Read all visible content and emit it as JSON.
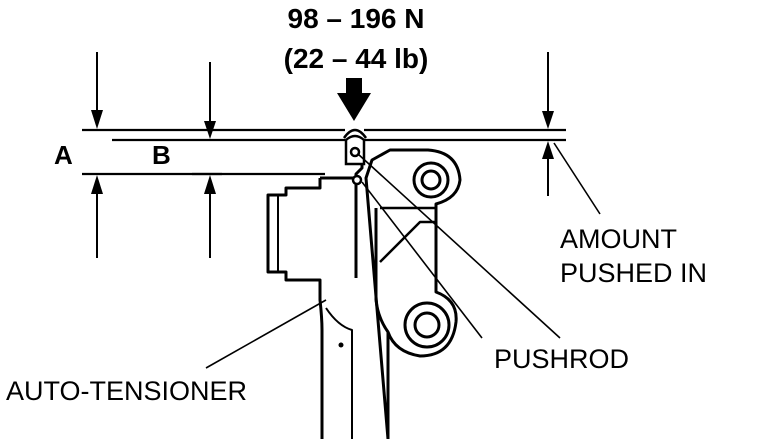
{
  "load": {
    "newtons": "98 – 196 N",
    "pounds": "(22 – 44 lb)"
  },
  "dimensions": {
    "a": "A",
    "b": "B"
  },
  "callouts": {
    "amount_pushed_in_line1": "AMOUNT",
    "amount_pushed_in_line2": "PUSHED IN",
    "pushrod": "PUSHROD",
    "auto_tensioner": "AUTO-TENSIONER"
  },
  "colors": {
    "ink": "#000000",
    "paper": "#ffffff"
  }
}
